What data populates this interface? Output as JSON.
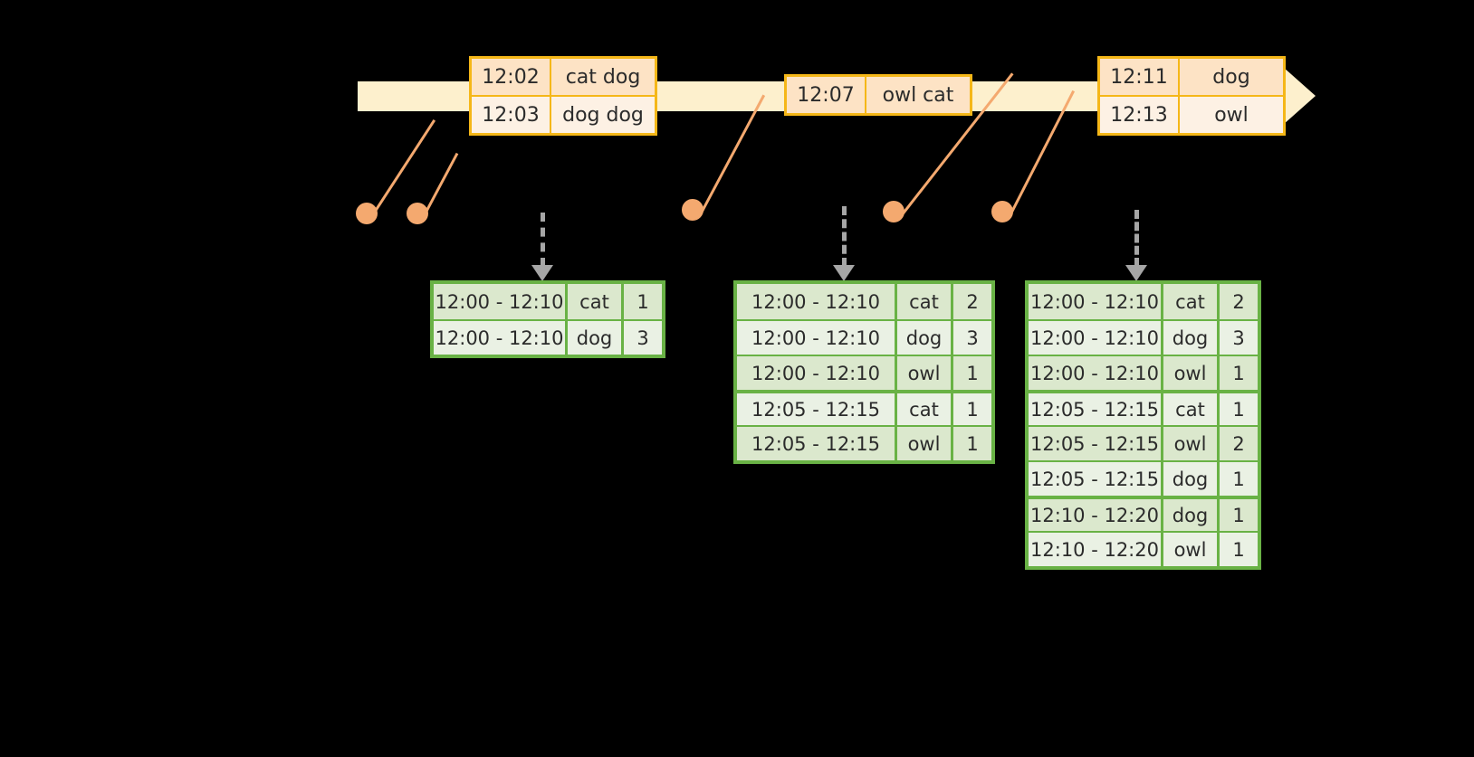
{
  "diagram": {
    "title": "Windowed word count stream diagram",
    "colors": {
      "background": "#000000",
      "timeline": "#fdf0cd",
      "event_border": "#f5b718",
      "event_fill_a": "#fde3c5",
      "event_fill_b": "#fdf1e4",
      "connector": "#f4a96f",
      "arrow": "#a6a6a6",
      "table_border": "#69b245",
      "table_fill_a": "#dbe8cd",
      "table_fill_b": "#eaf1e4",
      "text": "#2b2b2b"
    }
  },
  "timeline": {
    "name": "event-stream-timeline",
    "arrow_direction": "right",
    "events": [
      {
        "box": "event-box-1",
        "rows": [
          {
            "time": "12:02",
            "words": "cat dog"
          },
          {
            "time": "12:03",
            "words": "dog dog"
          }
        ]
      },
      {
        "box": "event-box-2",
        "rows": [
          {
            "time": "12:07",
            "words": "owl cat"
          }
        ]
      },
      {
        "box": "event-box-3",
        "rows": [
          {
            "time": "12:11",
            "words": "dog"
          },
          {
            "time": "12:13",
            "words": "owl"
          }
        ]
      }
    ]
  },
  "connectors": [
    {
      "name": "connector-dot-1"
    },
    {
      "name": "connector-dot-2"
    },
    {
      "name": "connector-dot-3"
    },
    {
      "name": "connector-dot-4"
    },
    {
      "name": "connector-dot-5"
    }
  ],
  "results": [
    {
      "name": "result-table-1",
      "rows": [
        {
          "window": "12:00 - 12:10",
          "word": "cat",
          "count": "1"
        },
        {
          "window": "12:00 - 12:10",
          "word": "dog",
          "count": "3"
        }
      ]
    },
    {
      "name": "result-table-2",
      "rows": [
        {
          "window": "12:00 - 12:10",
          "word": "cat",
          "count": "2"
        },
        {
          "window": "12:00 - 12:10",
          "word": "dog",
          "count": "3"
        },
        {
          "window": "12:00 - 12:10",
          "word": "owl",
          "count": "1"
        },
        {
          "window": "12:05 - 12:15",
          "word": "cat",
          "count": "1"
        },
        {
          "window": "12:05 - 12:15",
          "word": "owl",
          "count": "1"
        }
      ]
    },
    {
      "name": "result-table-3",
      "rows": [
        {
          "window": "12:00 - 12:10",
          "word": "cat",
          "count": "2"
        },
        {
          "window": "12:00 - 12:10",
          "word": "dog",
          "count": "3"
        },
        {
          "window": "12:00 - 12:10",
          "word": "owl",
          "count": "1"
        },
        {
          "window": "12:05 - 12:15",
          "word": "cat",
          "count": "1"
        },
        {
          "window": "12:05 - 12:15",
          "word": "owl",
          "count": "2"
        },
        {
          "window": "12:05 - 12:15",
          "word": "dog",
          "count": "1"
        },
        {
          "window": "12:10 - 12:20",
          "word": "dog",
          "count": "1"
        },
        {
          "window": "12:10 - 12:20",
          "word": "owl",
          "count": "1"
        }
      ]
    }
  ]
}
